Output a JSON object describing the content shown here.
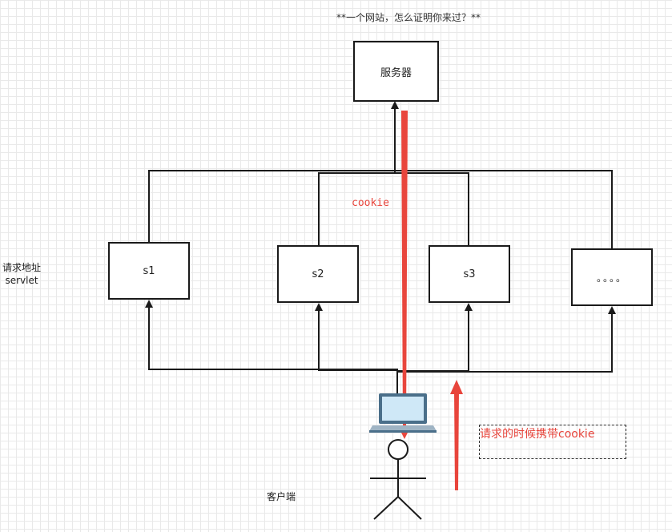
{
  "title": "**一个网站，怎么证明你来过？**",
  "nodes": {
    "server": "服务器",
    "s1": "s1",
    "s2": "s2",
    "s3": "s3",
    "more": "。。。。"
  },
  "side_label": {
    "line1": "请求地址",
    "line2": "servlet"
  },
  "cookie_label": "cookie",
  "note": "请求的时候携带cookie",
  "client_label": "客户端",
  "colors": {
    "stroke": "#1a1a1a",
    "accent": "#e8453c",
    "laptop_body": "#4a6f8a",
    "laptop_screen": "#cfe8f7"
  }
}
